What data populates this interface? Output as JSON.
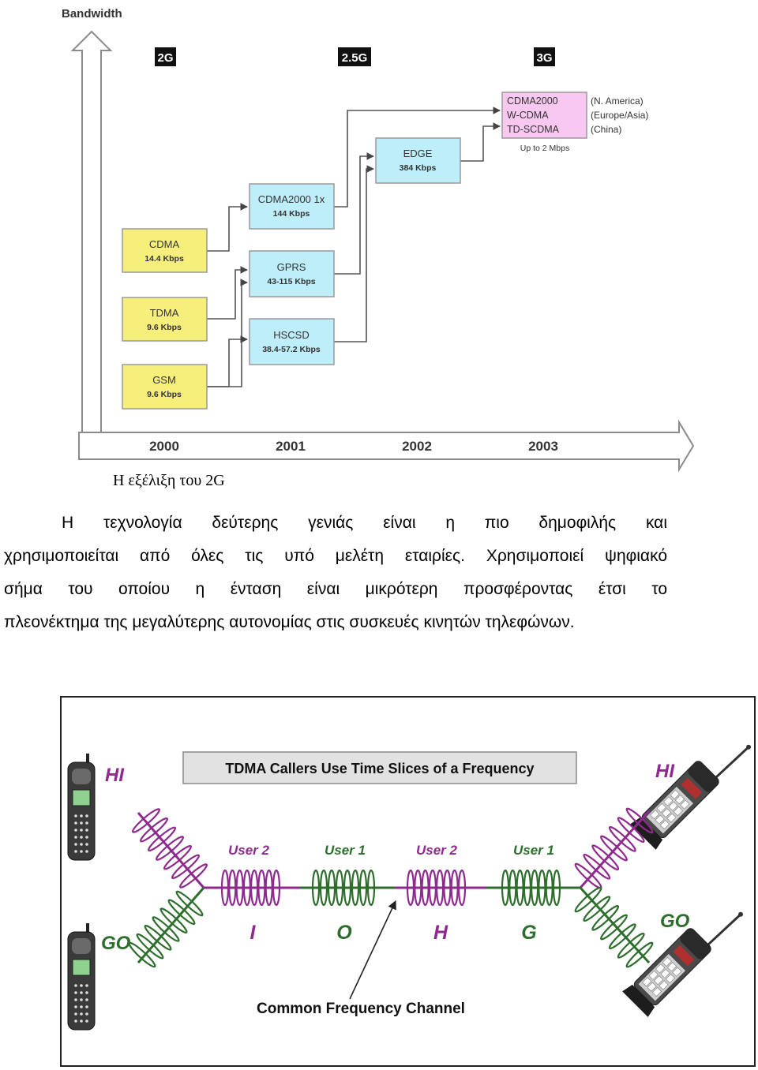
{
  "evolution_figure": {
    "axis_label": "Bandwidth",
    "generations": [
      "2G",
      "2.5G",
      "3G"
    ],
    "years": [
      "2000",
      "2001",
      "2002",
      "2003"
    ],
    "boxes_2g": [
      {
        "name": "CDMA",
        "rate": "14.4 Kbps"
      },
      {
        "name": "TDMA",
        "rate": "9.6 Kbps"
      },
      {
        "name": "GSM",
        "rate": "9.6 Kbps"
      }
    ],
    "boxes_25g": [
      {
        "name": "CDMA2000 1x",
        "rate": "144 Kbps"
      },
      {
        "name": "GPRS",
        "rate": "43-115 Kbps"
      },
      {
        "name": "HSCSD",
        "rate": "38.4-57.2 Kbps"
      }
    ],
    "edge": {
      "name": "EDGE",
      "rate": "384 Kbps"
    },
    "box_3g": {
      "standards": [
        "CDMA2000",
        "W-CDMA",
        "TD-SCDMA"
      ],
      "regions": [
        "(N. America)",
        "(Europe/Asia)",
        "(China)"
      ],
      "note": "Up to 2 Mbps"
    },
    "colors": {
      "gen_2g": "#f6ef7c",
      "gen_25g": "#bdeef9",
      "gen_3g": "#f8c8f0"
    }
  },
  "caption": "Η εξέλιξη του 2G",
  "paragraph": {
    "lines": [
      "Η τεχνολογία δεύτερης γενιάς είναι η πιο δημοφιλής και",
      "χρησιμοποιείται από όλες τις υπό μελέτη εταιρίες. Χρησιμοποιεί ψηφιακό",
      "σήμα του οποίου η ένταση είναι μικρότερη προσφέροντας έτσι το",
      "πλεονέκτημα της μεγαλύτερης αυτονομίας στις συσκευές κινητών τηλεφώνων."
    ]
  },
  "tdma_figure": {
    "title": "TDMA Callers Use Time Slices of a Frequency",
    "caller_labels": {
      "left_top": "HI",
      "left_bottom": "GO",
      "right_top": "HI",
      "right_bottom": "GO"
    },
    "slots": [
      {
        "user": "User 2",
        "letter": "I"
      },
      {
        "user": "User 1",
        "letter": "O"
      },
      {
        "user": "User 2",
        "letter": "H"
      },
      {
        "user": "User 1",
        "letter": "G"
      }
    ],
    "channel_label": "Common Frequency Channel",
    "colors": {
      "hi": "#8e2a8e",
      "go": "#2d6e2d"
    },
    "icons": {
      "left_phones": "candybar-phone-icon",
      "right_phones": "flip-phone-icon"
    }
  }
}
